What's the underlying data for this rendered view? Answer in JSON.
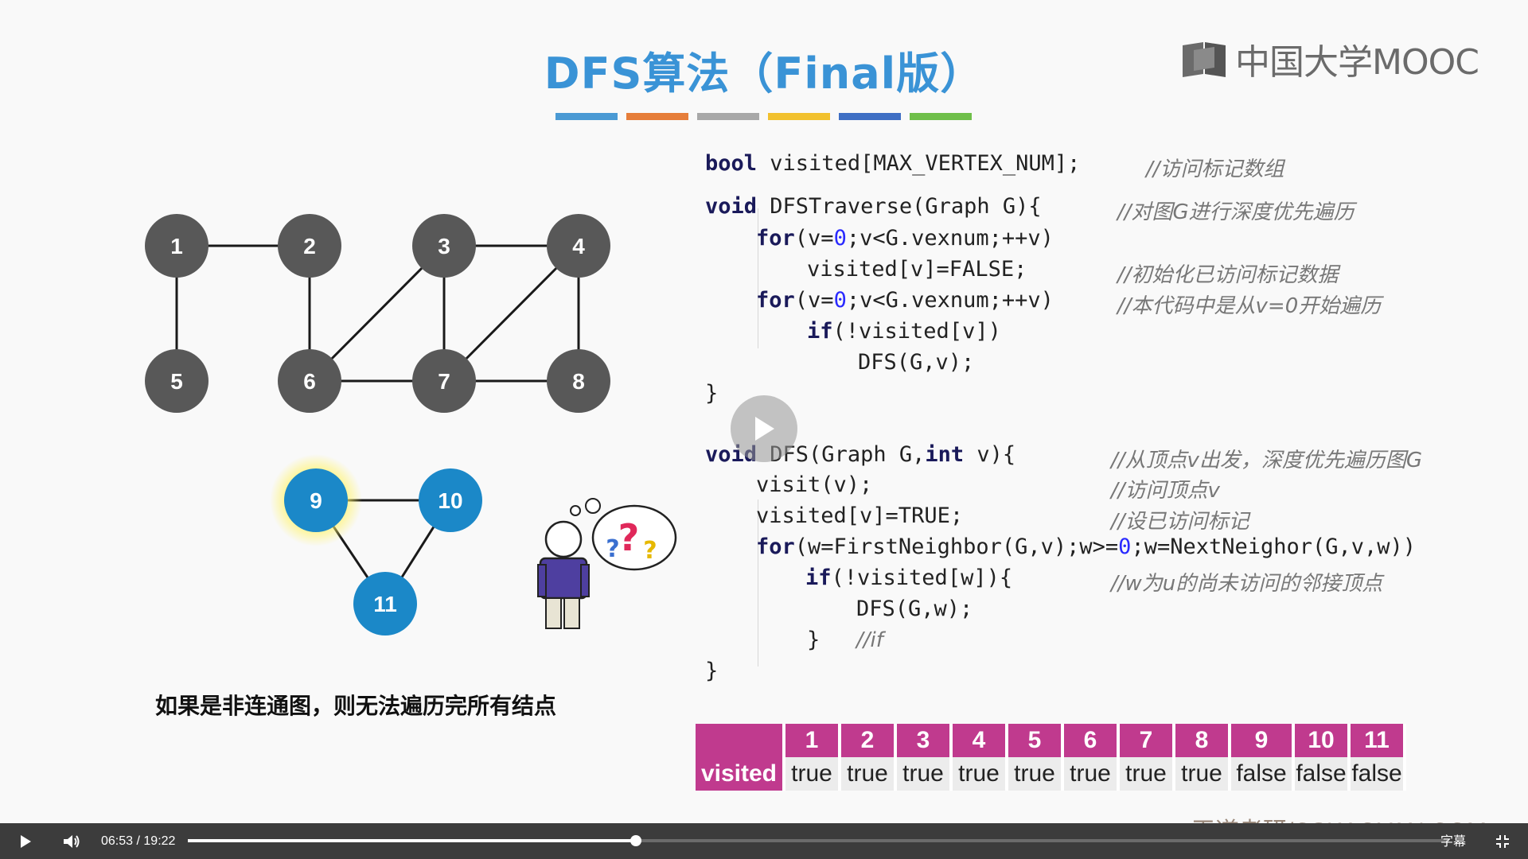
{
  "slide": {
    "title": "DFS算法（Final版）",
    "logo_text": "中国大学MOOC",
    "color_bars": [
      "#4a9ad4",
      "#e67e3a",
      "#a8a8a8",
      "#f2c12e",
      "#3f6fc4",
      "#6fbf4a"
    ],
    "caption": "如果是非连通图，则无法遍历完所有结点",
    "watermark": "王道考研/CSKAOYAN.COM"
  },
  "graph": {
    "gray_nodes": [
      "1",
      "2",
      "3",
      "4",
      "5",
      "6",
      "7",
      "8"
    ],
    "blue_nodes": [
      "9",
      "10",
      "11"
    ],
    "gray_color": "#585858",
    "blue_color": "#1b88c8",
    "highlight_node": "9"
  },
  "code": {
    "line1": "bool visited[MAX_VERTEX_NUM];",
    "line1_comment": "//访问标记数组",
    "line2": "void DFSTraverse(Graph G){",
    "line2_comment": "//对图G进行深度优先遍历",
    "line3": "for(v=0;v<G.vexnum;++v)",
    "line4": "visited[v]=FALSE;",
    "line4_comment": "//初始化已访问标记数据",
    "line5": "for(v=0;v<G.vexnum;++v)",
    "line5_comment": "//本代码中是从v=0开始遍历",
    "line6": "if(!visited[v])",
    "line7": "DFS(G,v);",
    "line8": "}",
    "line9": "void DFS(Graph G,int v){",
    "line9_comment": "//从顶点v出发，深度优先遍历图G",
    "line10": "visit(v);",
    "line10_comment": "//访问顶点v",
    "line11": "visited[v]=TRUE;",
    "line11_comment": "//设已访问标记",
    "line12": "for(w=FirstNeighbor(G,v);w>=0;w=NextNeighor(G,v,w))",
    "line13": "if(!visited[w]){",
    "line13_comment": "//w为u的尚未访问的邻接顶点",
    "line14": "DFS(G,w);",
    "line15": "}",
    "line15_comment": "//if",
    "line16": "}"
  },
  "visited_table": {
    "header_label": "",
    "row_label": "visited",
    "columns": [
      "1",
      "2",
      "3",
      "4",
      "5",
      "6",
      "7",
      "8",
      "9",
      "10",
      "11"
    ],
    "values": [
      "true",
      "true",
      "true",
      "true",
      "true",
      "true",
      "true",
      "true",
      "false",
      "false",
      "false"
    ]
  },
  "player": {
    "current_time": "06:53",
    "separator": "/",
    "duration": "19:22",
    "progress_fraction": 0.355,
    "subtitles_label": "字幕"
  }
}
